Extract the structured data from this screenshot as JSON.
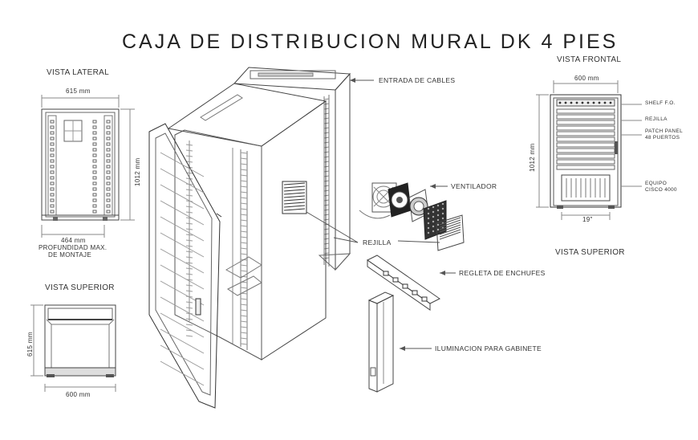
{
  "title": "CAJA DE DISTRIBUCION MURAL DK 4 PIES",
  "views": {
    "lateral": "VISTA LATERAL",
    "frontal": "VISTA FRONTAL",
    "superior_left": "VISTA SUPERIOR",
    "superior_right": "VISTA SUPERIOR"
  },
  "dimensions": {
    "lateral_width": "615 mm",
    "lateral_height": "1012 mm",
    "lateral_depth": "464 mm",
    "lateral_depth_note_1": "PROFUNDIDAD MAX.",
    "lateral_depth_note_2": "DE MONTAJE",
    "frontal_width": "600 mm",
    "frontal_height": "1012 mm",
    "frontal_rack": "19\"",
    "superior_depth": "615 mm",
    "superior_width": "600 mm"
  },
  "callouts": {
    "entrada_cables": "ENTRADA DE CABLES",
    "ventilador": "VENTILADOR",
    "rejilla": "REJILLA",
    "regleta": "REGLETA DE ENCHUFES",
    "iluminacion": "ILUMINACION PARA GABINETE"
  },
  "frontal_labels": {
    "shelf": "SHELF F.O.",
    "rejilla": "REJILLA",
    "patch_1": "PATCH PANEL",
    "patch_2": "48 PUERTOS",
    "equipo_1": "EQUIPO",
    "equipo_2": "CISCO 4000"
  }
}
